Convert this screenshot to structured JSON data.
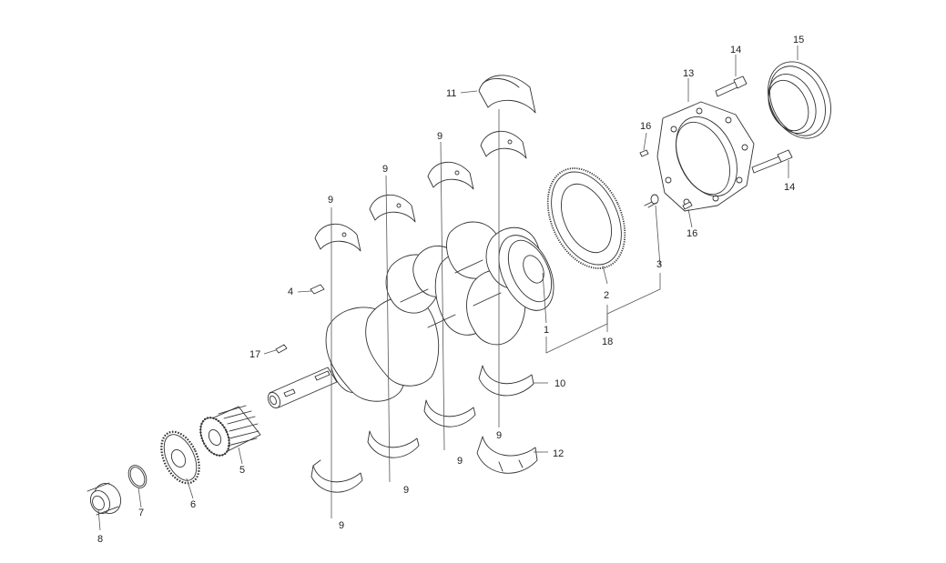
{
  "callouts": {
    "c1": "1",
    "c2": "2",
    "c3": "3",
    "c4": "4",
    "c5": "5",
    "c6": "6",
    "c7": "7",
    "c8": "8",
    "c9a": "9",
    "c9b": "9",
    "c9c": "9",
    "c9d": "9",
    "c9e": "9",
    "c9f": "9",
    "c9g": "9",
    "c10": "10",
    "c11": "11",
    "c12": "12",
    "c13": "13",
    "c14a": "14",
    "c14b": "14",
    "c15": "15",
    "c16a": "16",
    "c16b": "16",
    "c17": "17",
    "c18": "18"
  }
}
